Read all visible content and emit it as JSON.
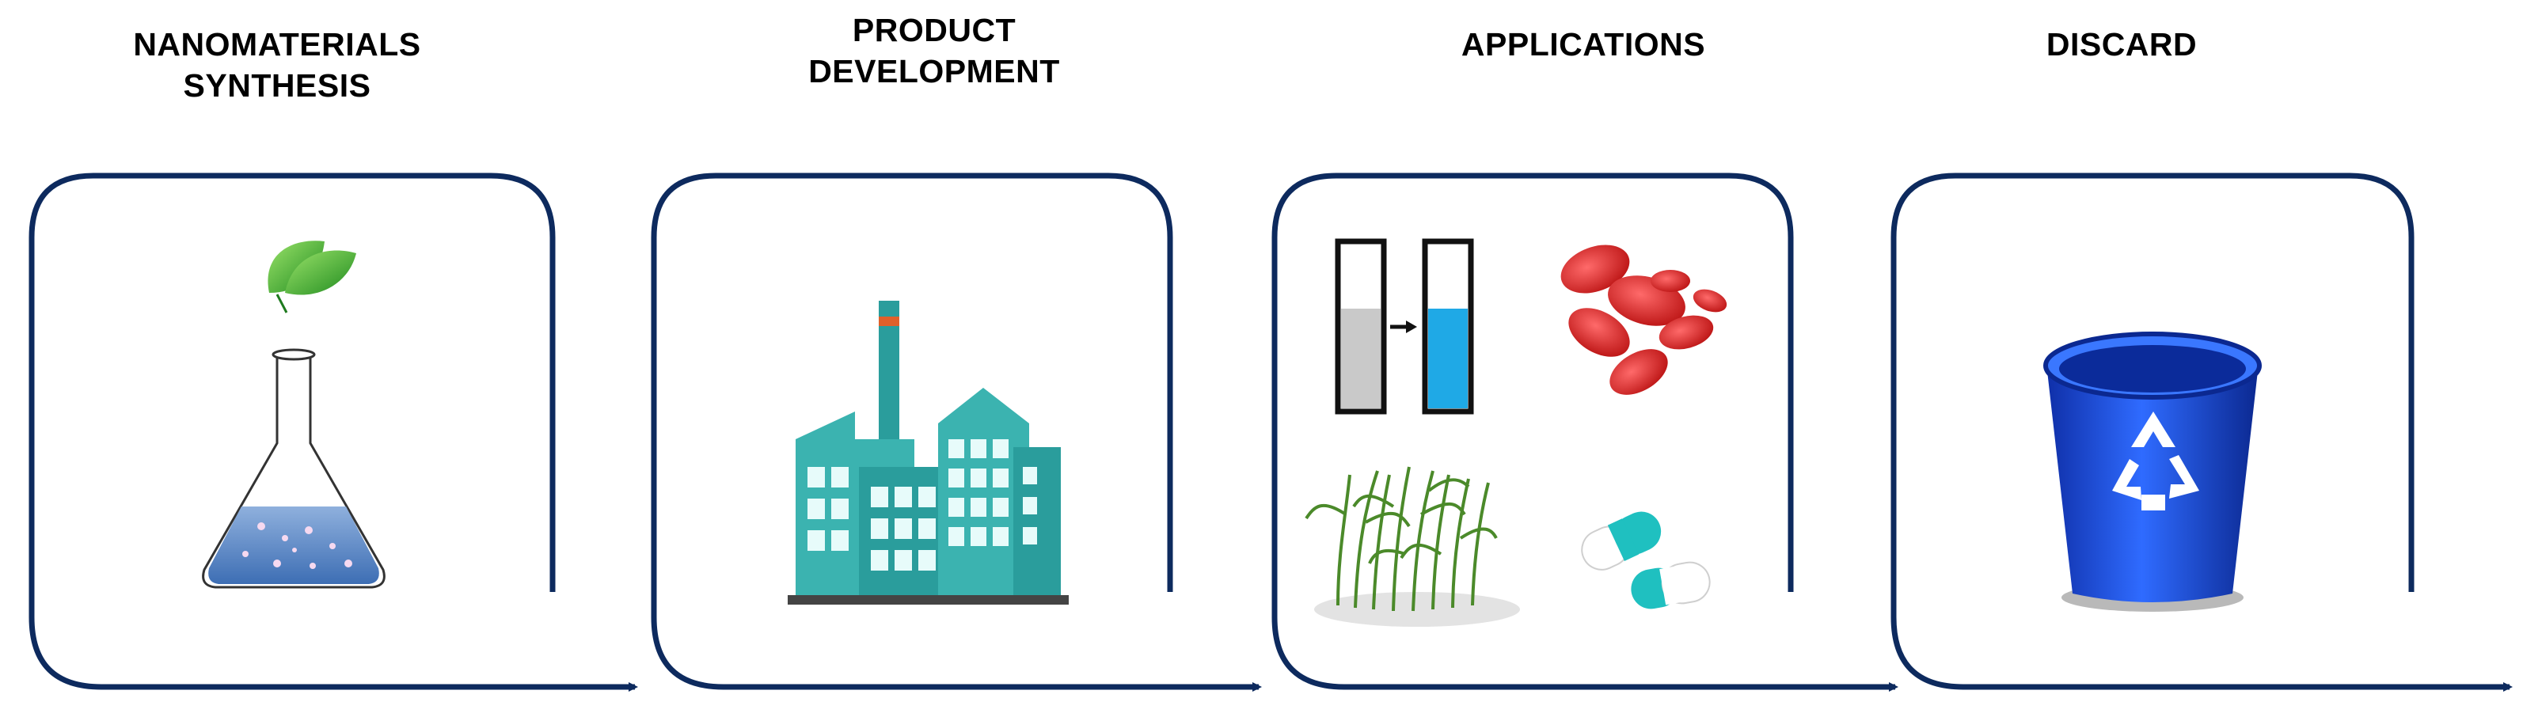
{
  "stages": [
    {
      "id": "synthesis",
      "title_lines": [
        "NANOMATERIALS",
        "SYNTHESIS"
      ],
      "icons": [
        "leaf-icon",
        "flask-icon"
      ]
    },
    {
      "id": "product-development",
      "title_lines": [
        "PRODUCT",
        "DEVELOPMENT"
      ],
      "icons": [
        "factory-icon"
      ]
    },
    {
      "id": "applications",
      "title_lines": [
        "APPLICATIONS"
      ],
      "icons": [
        "test-tube-icon",
        "red-blood-cells-icon",
        "crop-plants-icon",
        "pill-capsules-icon"
      ]
    },
    {
      "id": "discard",
      "title_lines": [
        "DISCARD"
      ],
      "icons": [
        "recycle-bin-icon"
      ]
    }
  ],
  "colors": {
    "frame": "#0d2a5e",
    "liquid": "#5b86c5",
    "factory": "#2a9d9c",
    "blood": "#d92b2b",
    "capsule": "#1fc0c0",
    "bin": "#1f4fd6"
  }
}
